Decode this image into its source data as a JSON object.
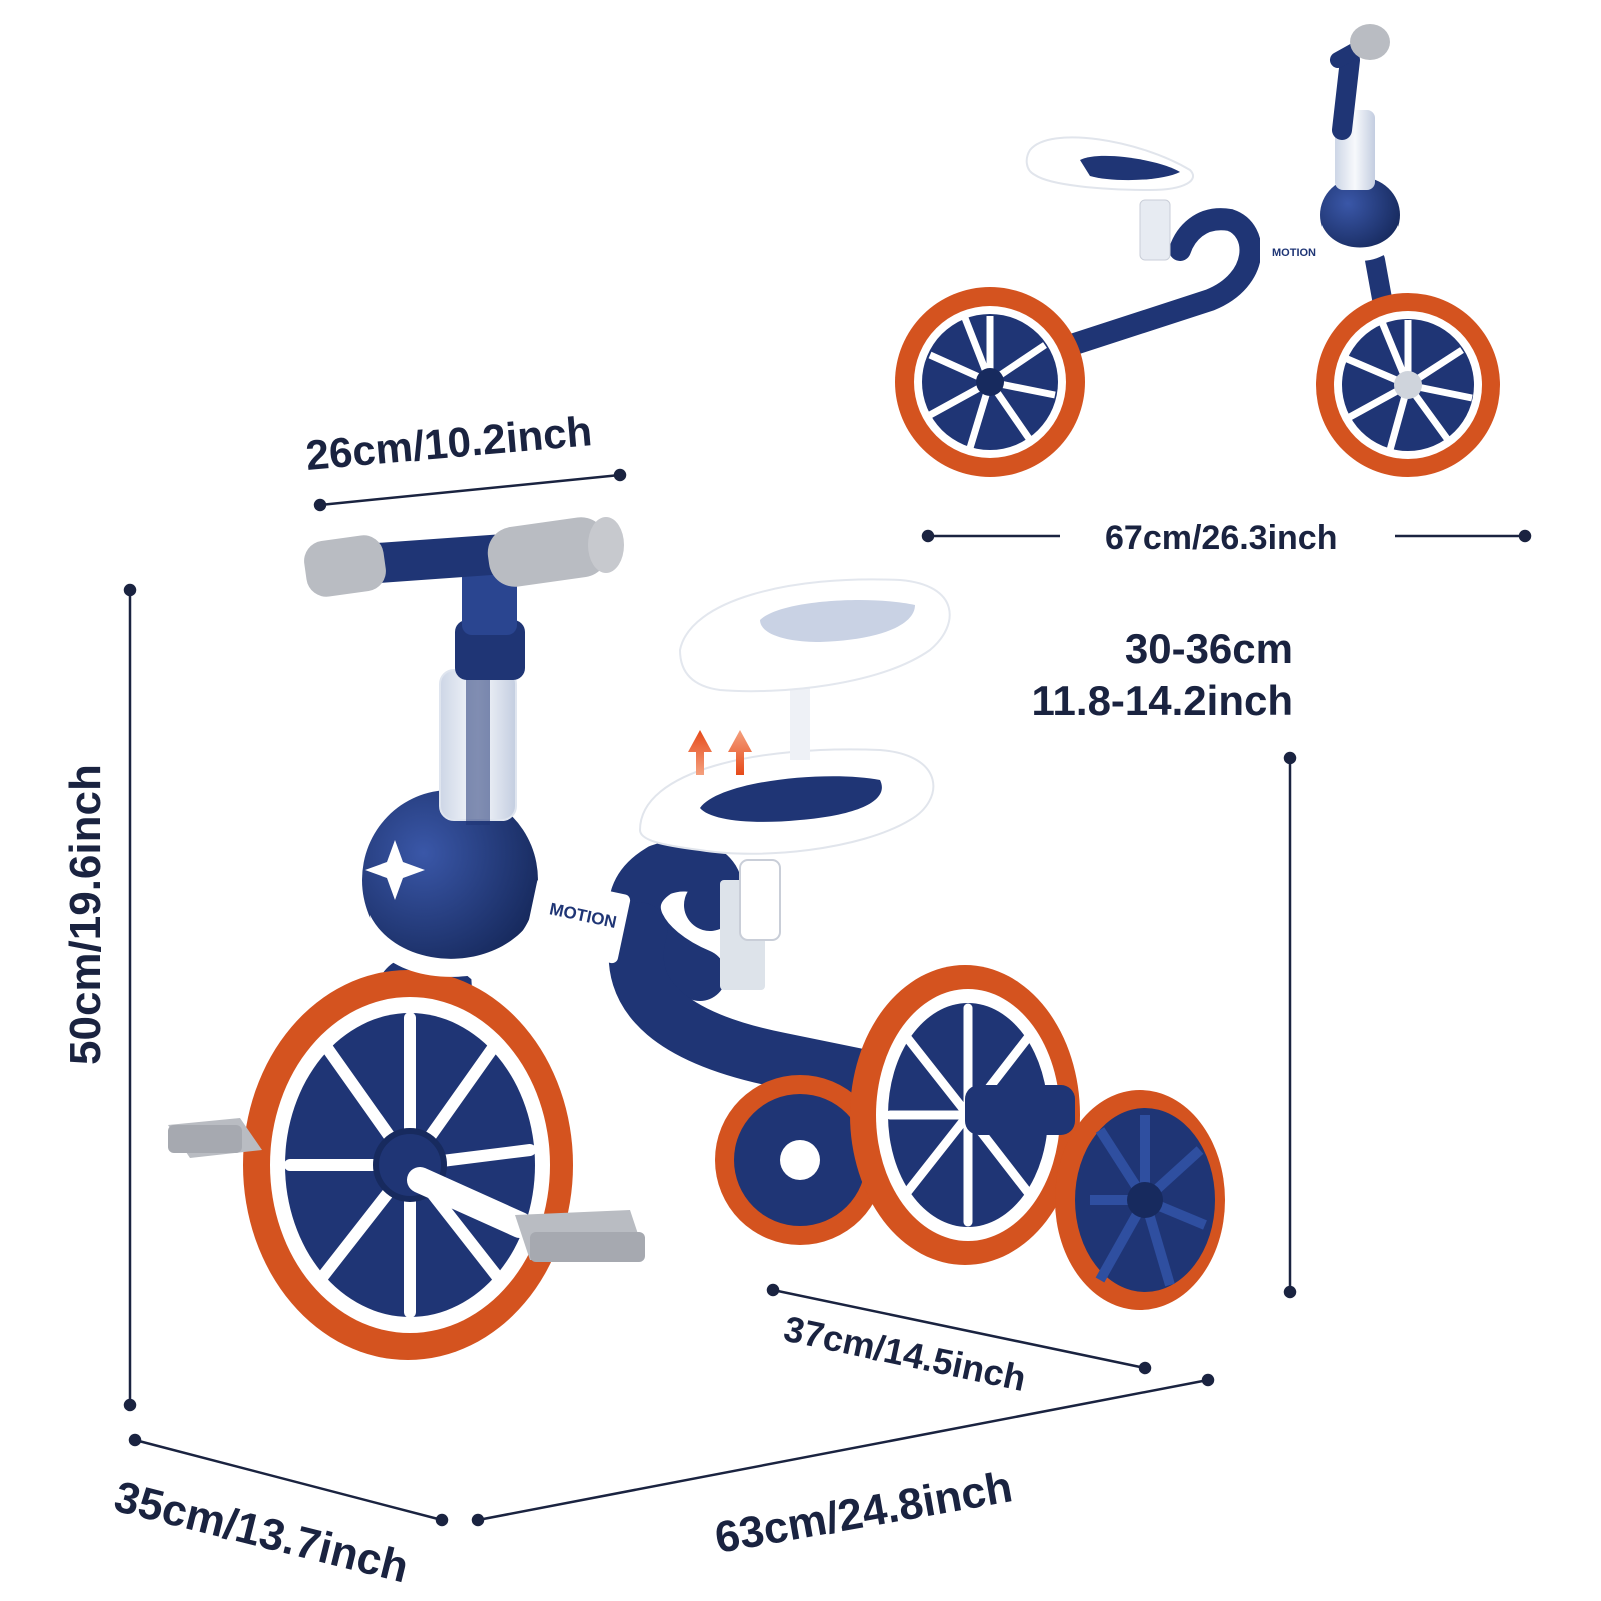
{
  "dimensions": {
    "handlebar_width": "26cm/10.2inch",
    "total_height": "50cm/19.6inch",
    "balance_length": "67cm/26.3inch",
    "seat_height_cm": "30-36cm",
    "seat_height_inch": "11.8-14.2inch",
    "rear_width": "37cm/14.5inch",
    "total_length": "63cm/24.8inch",
    "front_width": "35cm/13.7inch"
  },
  "brand_label": "MOTION",
  "colors": {
    "navy": "#1f3575",
    "navy_dark": "#172a5e",
    "orange": "#d4531f",
    "white": "#ffffff",
    "grey": "#b9bcc2",
    "text": "#1a2340"
  }
}
